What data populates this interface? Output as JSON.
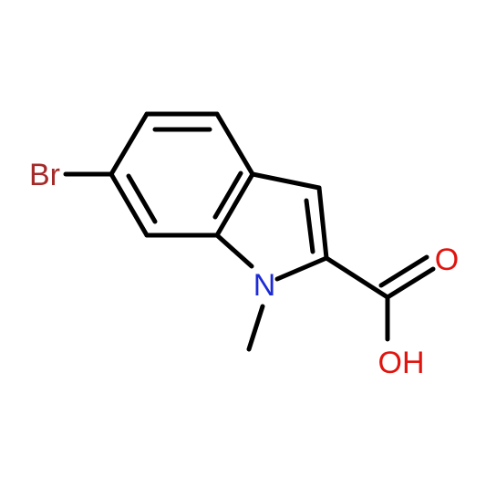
{
  "molecule": {
    "atoms": [
      {
        "id": "br",
        "symbol": "Br",
        "color": "#a52a2a"
      },
      {
        "id": "n1",
        "symbol": "N",
        "color": "#1c2bd6"
      },
      {
        "id": "o_carbonyl",
        "symbol": "O",
        "color": "#e0140e"
      },
      {
        "id": "o_hydroxyl",
        "symbol": "OH",
        "color": "#e0140e"
      }
    ]
  }
}
